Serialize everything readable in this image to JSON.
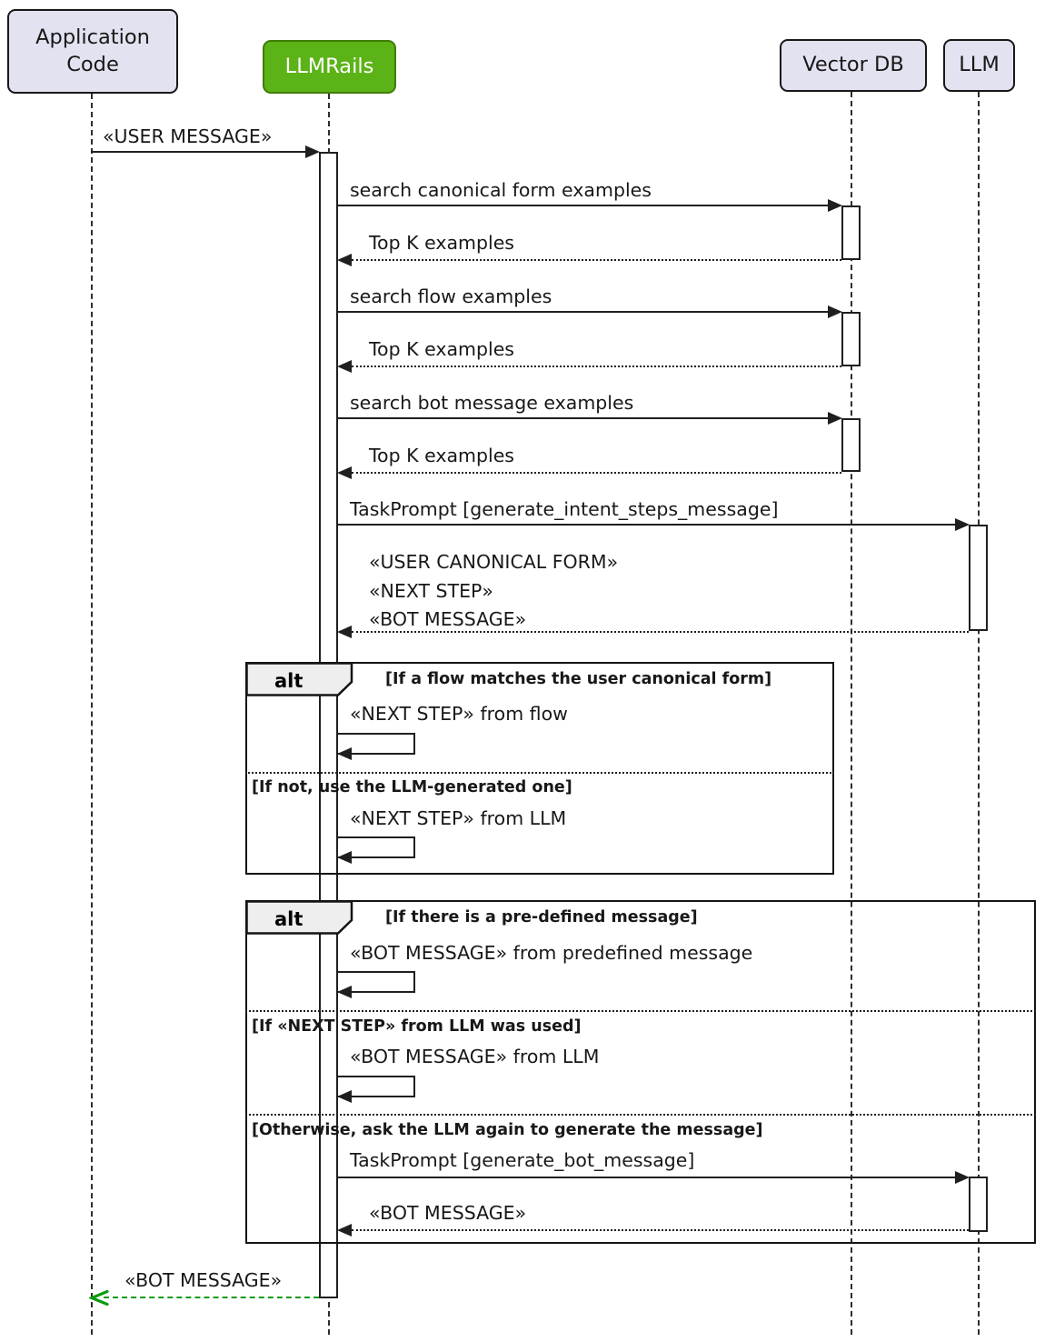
{
  "participants": {
    "app": {
      "label": "Application Code"
    },
    "rails": {
      "label": "LLMRails"
    },
    "vectordb": {
      "label": "Vector DB"
    },
    "llm": {
      "label": "LLM"
    }
  },
  "messages": {
    "user_message": "«USER MESSAGE»",
    "search_canonical": "search canonical form examples",
    "topk_1": "Top K examples",
    "search_flow": "search flow examples",
    "topk_2": "Top K examples",
    "search_bot": "search bot message examples",
    "topk_3": "Top K examples",
    "taskprompt_intent": "TaskPrompt [generate_intent_steps_message]",
    "intent_return_1": "«USER CANONICAL FORM»",
    "intent_return_2": "«NEXT STEP»",
    "intent_return_3": "«BOT MESSAGE»",
    "final_bot_message": "«BOT MESSAGE»"
  },
  "alt_next_step": {
    "keyword": "alt",
    "condition_flow": "[If a flow matches the user canonical form]",
    "msg_from_flow": "«NEXT STEP» from flow",
    "condition_llm": "[If not, use the LLM-generated one]",
    "msg_from_llm": "«NEXT STEP» from LLM"
  },
  "alt_bot_message": {
    "keyword": "alt",
    "condition_predefined": "[If there is a pre-defined message]",
    "msg_predefined": "«BOT MESSAGE» from predefined message",
    "condition_next_llm": "[If «NEXT STEP» from LLM was used]",
    "msg_llm": "«BOT MESSAGE» from LLM",
    "condition_otherwise": "[Otherwise, ask the LLM again to generate the message]",
    "taskprompt_bot": "TaskPrompt [generate_bot_message]",
    "bot_return": "«BOT MESSAGE»"
  },
  "colors": {
    "participant_fill": "#e2e2f0",
    "participant_border": "#181818",
    "rails_fill": "#5cb317",
    "rails_border": "#3f7d05",
    "line_color": "#1f1f1f",
    "final_arrow_color": "#0f9b0f",
    "frame_header_fill": "#eeeeee"
  }
}
